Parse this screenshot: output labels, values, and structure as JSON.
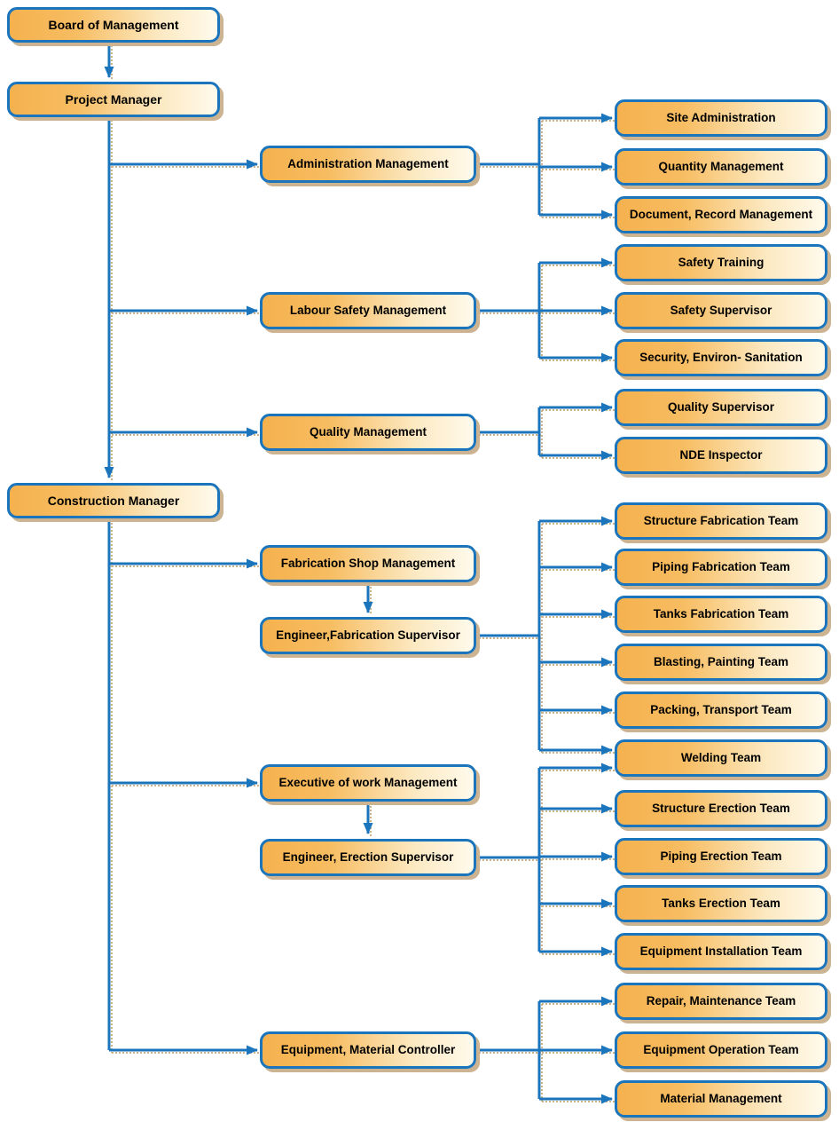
{
  "diagram": {
    "type": "org-chart",
    "colors": {
      "box_border": "#1b75bc",
      "box_fill_left": "#f5b14e",
      "box_fill_right": "#fffaec",
      "connector": "#1b75bc",
      "connector_shadow": "#c8a87a",
      "box_shadow": "#ccb392",
      "text": "#000000",
      "background": "#ffffff"
    }
  },
  "org": {
    "board": "Board of Management",
    "project_manager": "Project Manager",
    "construction_manager": "Construction Manager",
    "pm_branches": [
      {
        "label": "Administration Management",
        "children": [
          "Site Administration",
          "Quantity Management",
          "Document, Record Management"
        ]
      },
      {
        "label": "Labour Safety Management",
        "children": [
          "Safety Training",
          "Safety Supervisor",
          "Security, Environ- Sanitation"
        ]
      },
      {
        "label": "Quality  Management",
        "children": [
          "Quality Supervisor",
          "NDE Inspector"
        ]
      }
    ],
    "cm_branches": [
      {
        "label": "Fabrication Shop Management",
        "subordinate": "Engineer,Fabrication Supervisor",
        "children": [
          "Structure Fabrication Team",
          "Piping Fabrication Team",
          "Tanks Fabrication Team",
          "Blasting, Painting Team",
          "Packing, Transport Team",
          "Welding Team"
        ]
      },
      {
        "label": "Executive of work Management",
        "subordinate": "Engineer, Erection Supervisor",
        "children": [
          "Welding Team",
          "Structure Erection Team",
          "Piping Erection Team",
          "Tanks Erection Team",
          "Equipment Installation Team"
        ],
        "shared_child": "Welding Team"
      },
      {
        "label": "Equipment, Material Controller",
        "children": [
          "Repair, Maintenance Team",
          "Equipment Operation Team",
          "Material Management"
        ]
      }
    ]
  }
}
